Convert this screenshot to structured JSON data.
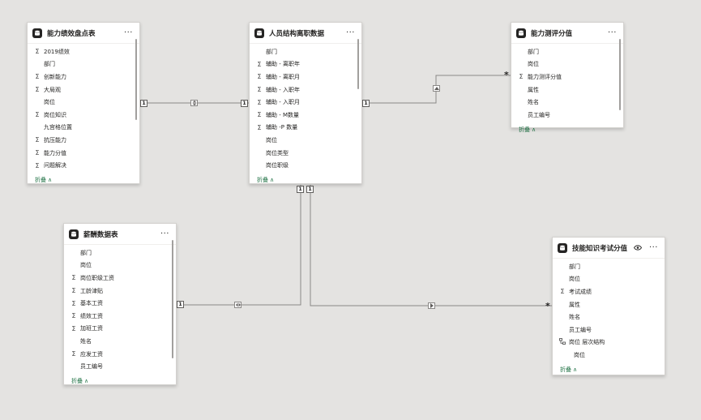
{
  "tables": [
    {
      "id": "t1",
      "title": "能力绩效盘点表",
      "collapse_label": "折叠",
      "fields": [
        {
          "name": "2019绩效",
          "icon": "sigma"
        },
        {
          "name": "部门",
          "icon": ""
        },
        {
          "name": "创新能力",
          "icon": "sigma"
        },
        {
          "name": "大局观",
          "icon": "sigma"
        },
        {
          "name": "岗位",
          "icon": ""
        },
        {
          "name": "岗位知识",
          "icon": "sigma"
        },
        {
          "name": "九宫格位置",
          "icon": ""
        },
        {
          "name": "抗压能力",
          "icon": "sigma"
        },
        {
          "name": "能力分值",
          "icon": "sigma"
        },
        {
          "name": "问题解决",
          "icon": "sigma"
        }
      ]
    },
    {
      "id": "t2",
      "title": "人员结构离职数据",
      "collapse_label": "折叠",
      "fields": [
        {
          "name": "部门",
          "icon": ""
        },
        {
          "name": "辅助 - 离职年",
          "icon": "sigma"
        },
        {
          "name": "辅助 - 离职月",
          "icon": "sigma"
        },
        {
          "name": "辅助 - 入职年",
          "icon": "sigma"
        },
        {
          "name": "辅助 - 入职月",
          "icon": "sigma"
        },
        {
          "name": "辅助 - M数量",
          "icon": "sigma"
        },
        {
          "name": "辅助 -P 数量",
          "icon": "sigma"
        },
        {
          "name": "岗位",
          "icon": ""
        },
        {
          "name": "岗位类型",
          "icon": ""
        },
        {
          "name": "岗位职级",
          "icon": ""
        }
      ]
    },
    {
      "id": "t3",
      "title": "能力测评分值",
      "collapse_label": "折叠",
      "fields": [
        {
          "name": "部门",
          "icon": ""
        },
        {
          "name": "岗位",
          "icon": ""
        },
        {
          "name": "能力测评分值",
          "icon": "sigma"
        },
        {
          "name": "属性",
          "icon": ""
        },
        {
          "name": "姓名",
          "icon": ""
        },
        {
          "name": "员工编号",
          "icon": ""
        }
      ]
    },
    {
      "id": "t4",
      "title": "薪酬数据表",
      "collapse_label": "折叠",
      "fields": [
        {
          "name": "部门",
          "icon": ""
        },
        {
          "name": "岗位",
          "icon": ""
        },
        {
          "name": "岗位职级工资",
          "icon": "sigma"
        },
        {
          "name": "工龄津贴",
          "icon": "sigma"
        },
        {
          "name": "基本工资",
          "icon": "sigma"
        },
        {
          "name": "绩效工资",
          "icon": "sigma"
        },
        {
          "name": "加班工资",
          "icon": "sigma"
        },
        {
          "name": "姓名",
          "icon": ""
        },
        {
          "name": "应发工资",
          "icon": "sigma"
        },
        {
          "name": "员工编号",
          "icon": ""
        }
      ]
    },
    {
      "id": "t5",
      "title": "技能知识考试分值",
      "collapse_label": "折叠",
      "fields": [
        {
          "name": "部门",
          "icon": ""
        },
        {
          "name": "岗位",
          "icon": ""
        },
        {
          "name": "考试成绩",
          "icon": "sigma"
        },
        {
          "name": "属性",
          "icon": ""
        },
        {
          "name": "姓名",
          "icon": ""
        },
        {
          "name": "员工编号",
          "icon": ""
        },
        {
          "name": "岗位 层次结构",
          "icon": "hierarchy"
        },
        {
          "name": "岗位",
          "icon": "",
          "sub": true
        }
      ]
    }
  ],
  "relationships": [
    {
      "from": "能力绩效盘点表",
      "to": "人员结构离职数据",
      "from_card": "1",
      "to_card": "1",
      "direction": "both"
    },
    {
      "from": "人员结构离职数据",
      "to": "能力测评分值",
      "from_card": "1",
      "to_card": "*",
      "direction": "single"
    },
    {
      "from": "人员结构离职数据",
      "to": "薪酬数据表",
      "from_card": "1",
      "to_card": "1",
      "direction": "both"
    },
    {
      "from": "人员结构离职数据",
      "to": "技能知识考试分值",
      "from_card": "1",
      "to_card": "*",
      "direction": "single"
    }
  ],
  "icons": {
    "table": "table-icon",
    "more": "more-options-icon",
    "eye": "visibility-icon",
    "sigma": "sigma-icon",
    "hierarchy": "hierarchy-icon",
    "collapse": "chevron-up-icon"
  },
  "colors": {
    "canvas": "#e4e3e1",
    "card": "#ffffff",
    "collapse_link": "#217346",
    "line": "#8a8886"
  }
}
